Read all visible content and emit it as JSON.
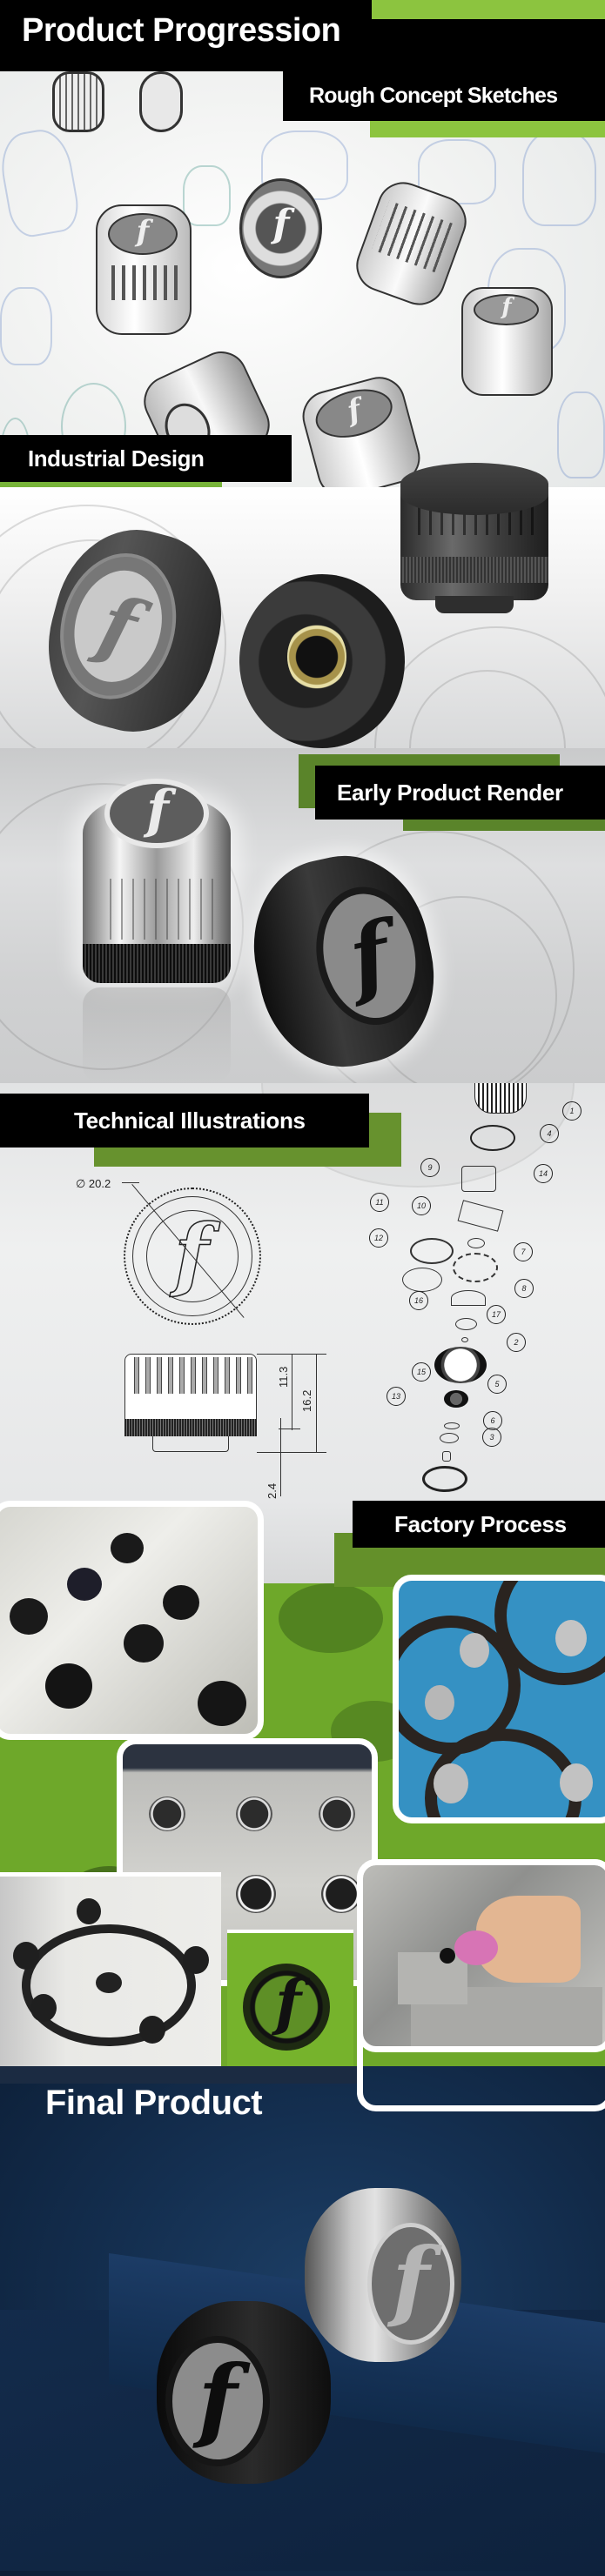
{
  "page": {
    "title": "Product Progression",
    "colors": {
      "accent_bright_green": "#8cc43f",
      "accent_dark_green": "#63902c",
      "label_black": "#000000",
      "final_bg_blue": "#142f50"
    }
  },
  "sections": [
    {
      "id": "sketches",
      "label": "Rough Concept Sketches",
      "content": "pencil sketches of knurled cap concepts with f logo"
    },
    {
      "id": "industrial-design",
      "label": "Industrial Design",
      "content": "grey and black 3D modeled caps, one showing brass thread insert"
    },
    {
      "id": "early-render",
      "label": "Early Product Render",
      "content": "chrome cap and black cap with f logo on reflective grey surface"
    },
    {
      "id": "technical-illustrations",
      "label": "Technical Illustrations",
      "dimensions": {
        "diameter": "∅ 20.2",
        "height_upper": "11.3",
        "height_total": "16.2",
        "height_base": "2.4"
      },
      "exploded_callouts": [
        "1",
        "4",
        "14",
        "9",
        "11",
        "10",
        "12",
        "7",
        "8",
        "16",
        "17",
        "2",
        "15",
        "5",
        "13",
        "6",
        "3"
      ]
    },
    {
      "id": "factory-process",
      "label": "Factory Process",
      "photos": [
        "black caps in clear plastic tray",
        "silver caps on black rotary fixtures over blue surface",
        "black and white logo caps in grey tray",
        "black caps on rotary fixture",
        "black cap close-up on green",
        "gloved hand placing cap in metal jig"
      ]
    },
    {
      "id": "final-product",
      "label": "Final Product",
      "content": "silver and black caps on dark blue steps"
    }
  ]
}
